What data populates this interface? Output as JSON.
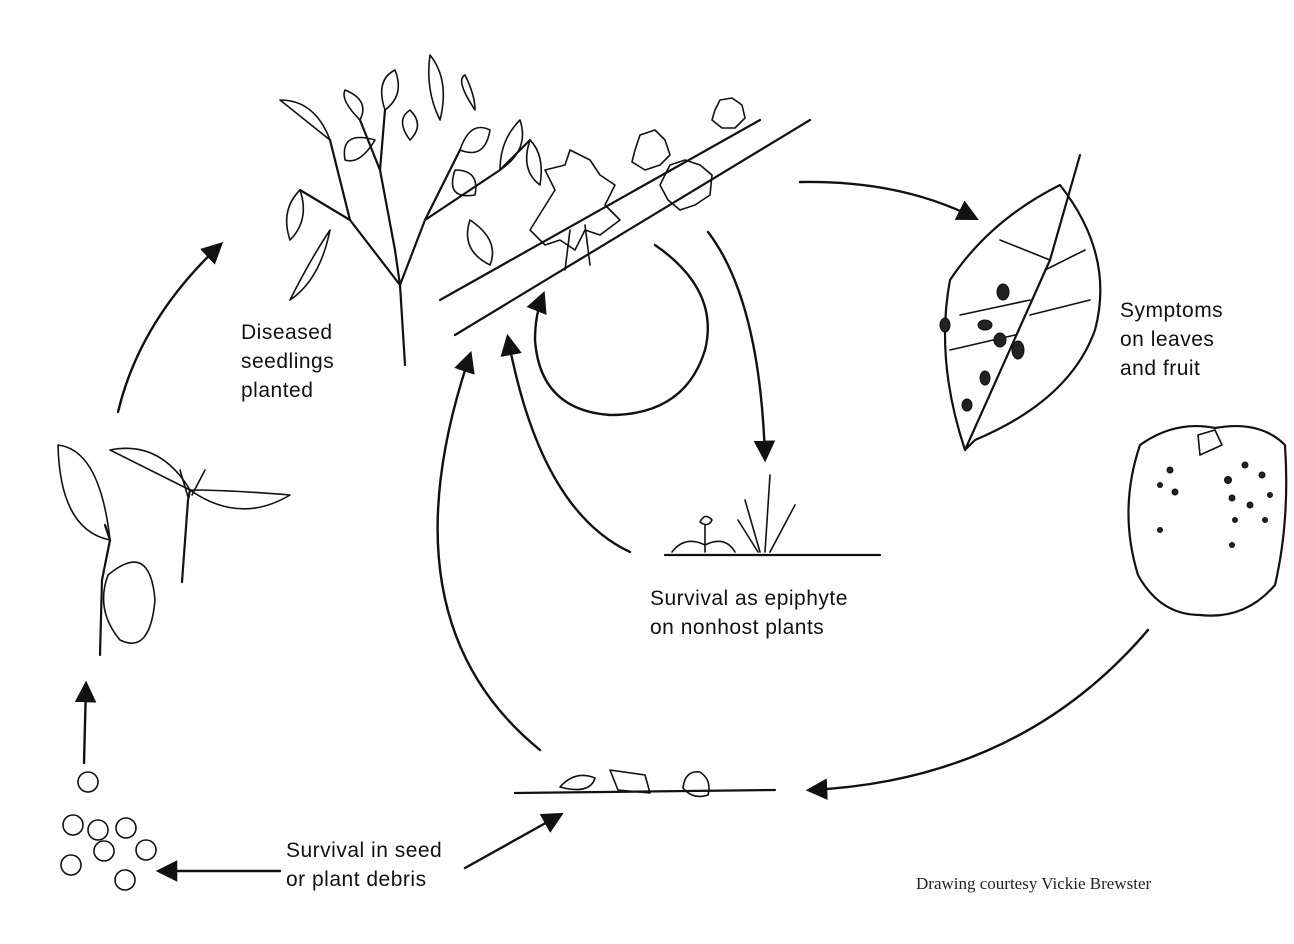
{
  "labels": {
    "diseased_seedlings": "Diseased\nseedlings\nplanted",
    "symptoms": "Symptoms\non leaves\nand fruit",
    "epiphyte": "Survival as epiphyte\non nonhost plants",
    "seed_debris": "Survival in seed\nor plant debris"
  },
  "credit": "Drawing courtesy Vickie Brewster",
  "icons": [
    "mature-plant-icon",
    "infected-plants-row-icon",
    "infected-leaf-icon",
    "infected-fruit-icon",
    "nonhost-plants-icon",
    "plant-debris-icon",
    "seedlings-icon",
    "seeds-icon"
  ]
}
